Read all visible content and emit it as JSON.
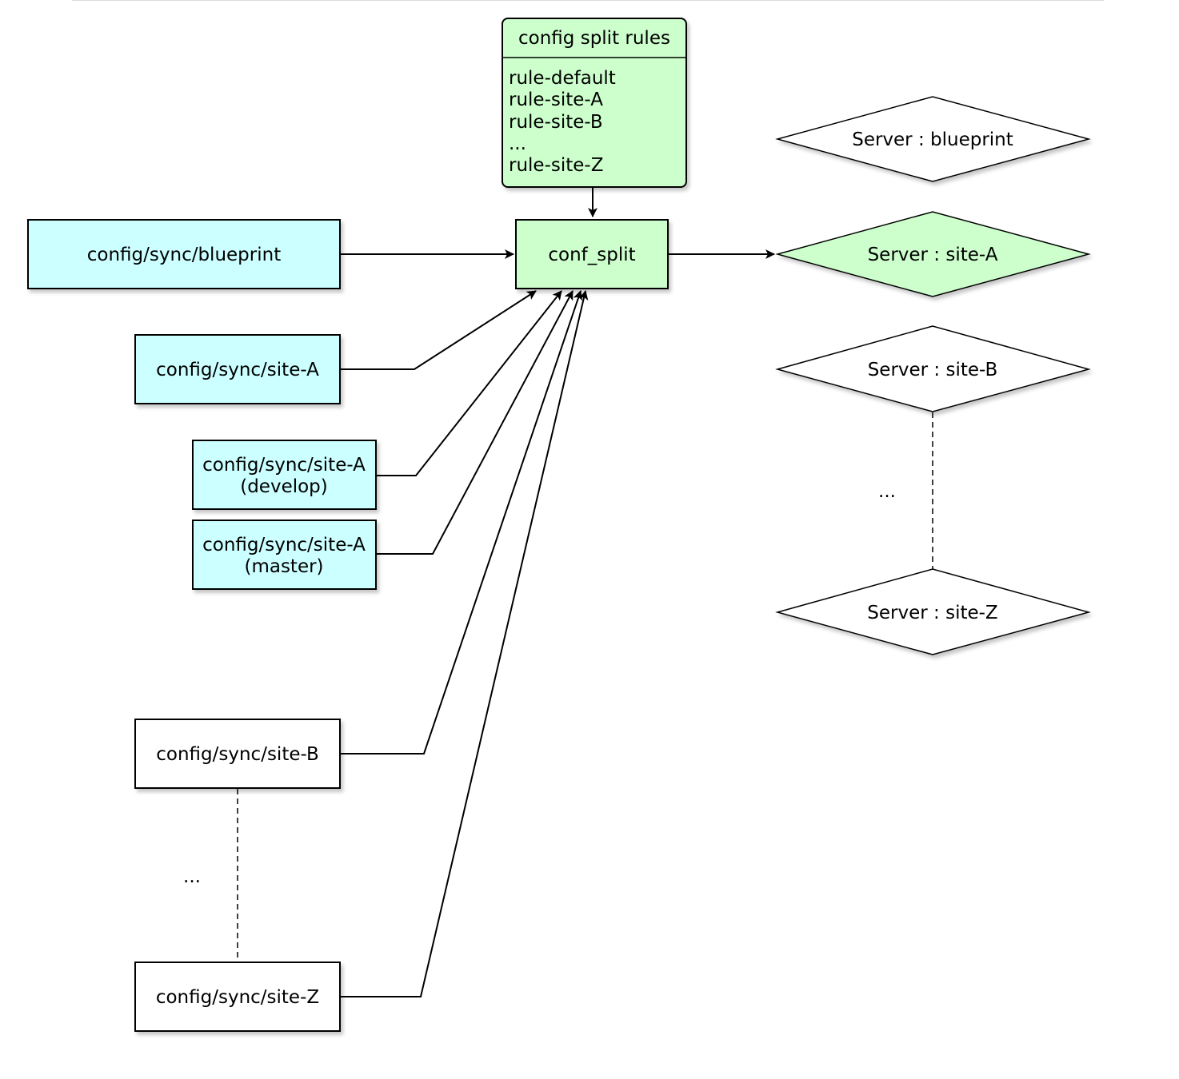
{
  "colors": {
    "cyan_fill": "#ccffff",
    "green_fill": "#ccffcc",
    "white_fill": "#ffffff",
    "stroke": "#000000"
  },
  "rules": {
    "title": "config split rules",
    "items": [
      "rule-default",
      "rule-site-A",
      "rule-site-B",
      "...",
      "rule-site-Z"
    ]
  },
  "central": {
    "label": "conf_split"
  },
  "sources": {
    "blueprint": "config/sync/blueprint",
    "site_a": "config/sync/site-A",
    "site_a_develop": [
      "config/sync/site-A",
      "(develop)"
    ],
    "site_a_master": [
      "config/sync/site-A",
      "(master)"
    ],
    "site_b": "config/sync/site-B",
    "ellipsis": "...",
    "site_z": "config/sync/site-Z"
  },
  "servers": {
    "blueprint": "Server : blueprint",
    "site_a": "Server : site-A",
    "site_b": "Server : site-B",
    "ellipsis": "...",
    "site_z": "Server : site-Z"
  }
}
